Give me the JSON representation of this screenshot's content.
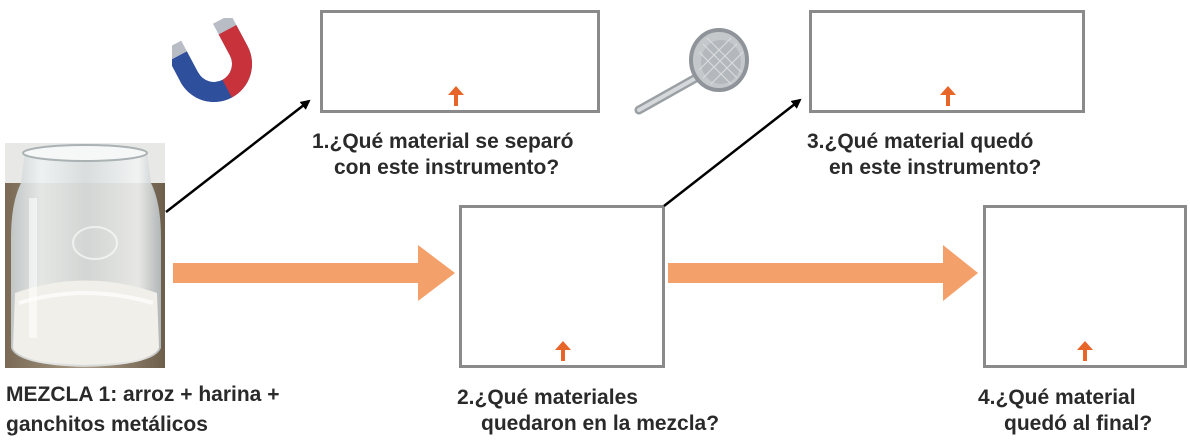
{
  "mixture": {
    "caption_line1": "MEZCLA 1: arroz + harina +",
    "caption_line2": "ganchitos metálicos"
  },
  "questions": [
    {
      "number": "1.",
      "line1": "¿Qué material se separó",
      "line2": "con este instrumento?"
    },
    {
      "number": "2.",
      "line1": "¿Qué materiales",
      "line2": "quedaron en la mezcla?"
    },
    {
      "number": "3.",
      "line1": "¿Qué material quedó",
      "line2": "en este instrumento?"
    },
    {
      "number": "4.",
      "line1": "¿Qué material",
      "line2": "quedó al final?"
    }
  ],
  "colors": {
    "flow_arrow": "#f4a06a",
    "small_arrow": "#e8652a",
    "box_border": "#8a8a8a",
    "connector": "#000000"
  },
  "icons": [
    "glass-jar-photo",
    "horseshoe-magnet-icon",
    "sieve-strainer-icon"
  ]
}
